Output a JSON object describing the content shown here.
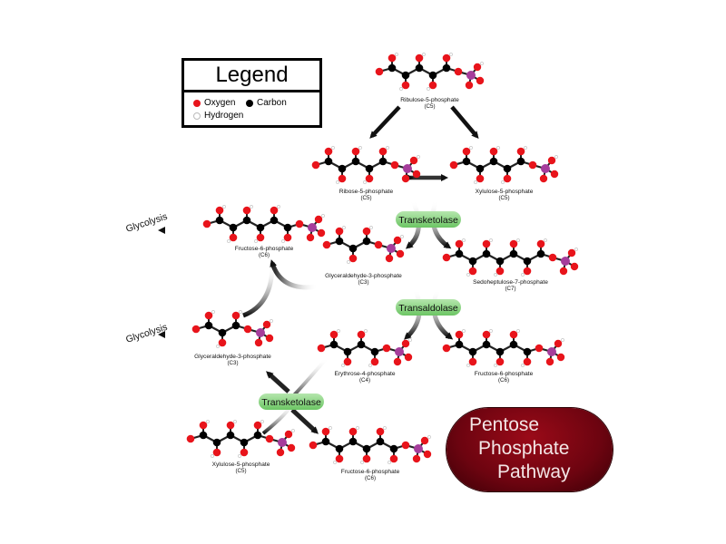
{
  "legend": {
    "title": "Legend",
    "items": [
      {
        "label": "Oxygen",
        "icon": "oxygen-atom-icon",
        "color": "#e8141b"
      },
      {
        "label": "Carbon",
        "icon": "carbon-atom-icon",
        "color": "#000000"
      },
      {
        "label": "Hydrogen",
        "icon": "hydrogen-atom-icon",
        "color": "#ffffff"
      }
    ]
  },
  "colors": {
    "oxygen": "#e8141b",
    "carbon": "#000000",
    "phosphorus": "#a63d9c",
    "hydrogen": "#ffffff",
    "enzyme": "#8fd48a",
    "badge": "#7a0612"
  },
  "molecules": [
    {
      "id": "ribulose-5-phosphate",
      "name": "Ribulose-5-phosphate",
      "carbons": "(C5)"
    },
    {
      "id": "ribose-5-phosphate",
      "name": "Ribose-5-phosphate",
      "carbons": "(C5)"
    },
    {
      "id": "xylulose-5-phosphate-top",
      "name": "Xylulose-5-phosphate",
      "carbons": "(C5)"
    },
    {
      "id": "fructose-6-phosphate-top",
      "name": "Fructose-6-phosphate",
      "carbons": "(C6)"
    },
    {
      "id": "glyceraldehyde-3-phosphate-mid",
      "name": "Glyceraldehyde-3-phosphate",
      "carbons": "(C3)"
    },
    {
      "id": "sedoheptulose-7-phosphate",
      "name": "Sedoheptulose-7-phosphate",
      "carbons": "(C7)"
    },
    {
      "id": "glyceraldehyde-3-phosphate-left",
      "name": "Glyceraldehyde-3-phosphate",
      "carbons": "(C3)"
    },
    {
      "id": "erythrose-4-phosphate",
      "name": "Erythrose-4-phosphate",
      "carbons": "(C4)"
    },
    {
      "id": "fructose-6-phosphate-right",
      "name": "Fructose-6-phosphate",
      "carbons": "(C6)"
    },
    {
      "id": "xylulose-5-phosphate-bottom",
      "name": "Xylulose-5-phosphate",
      "carbons": "(C5)"
    },
    {
      "id": "fructose-6-phosphate-bottom",
      "name": "Fructose-6-phosphate",
      "carbons": "(C6)"
    }
  ],
  "enzymes": [
    {
      "id": "transketolase-1",
      "label": "Transketolase"
    },
    {
      "id": "transaldolase",
      "label": "Transaldolase"
    },
    {
      "id": "transketolase-2",
      "label": "Transketolase"
    }
  ],
  "outputs": [
    {
      "id": "glycolysis-1",
      "label": "Glycolysis"
    },
    {
      "id": "glycolysis-2",
      "label": "Glycolysis"
    }
  ],
  "badge": {
    "lines": [
      "Pentose",
      "Phosphate",
      "Pathway"
    ]
  }
}
